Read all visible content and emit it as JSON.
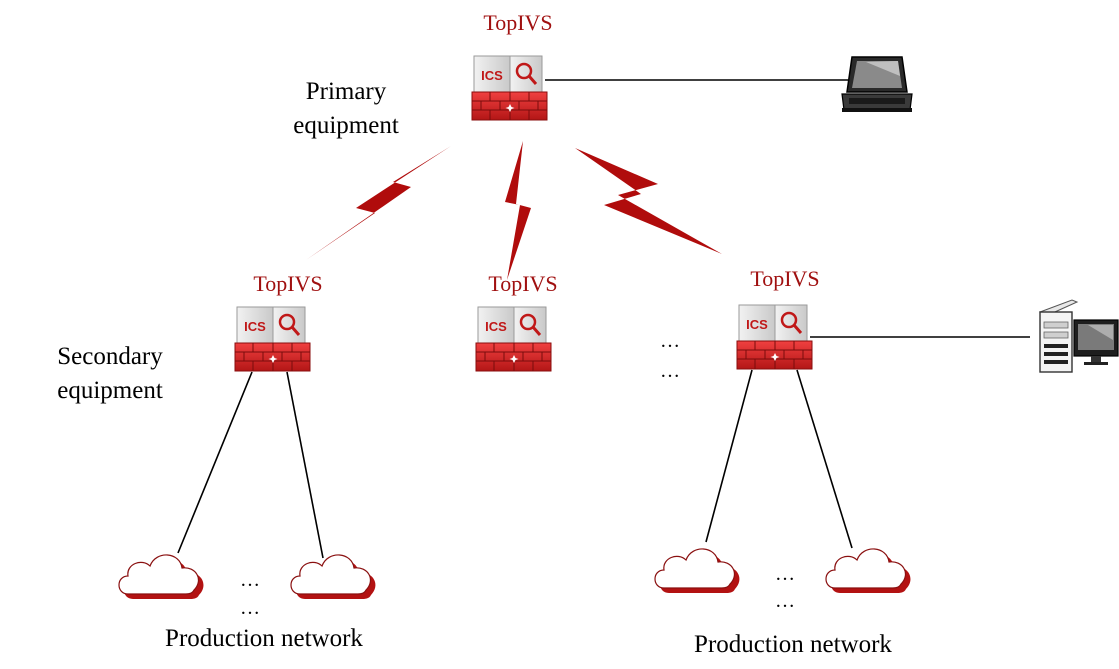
{
  "diagram": {
    "device_name": "TopIVS",
    "device_face_text": "ICS",
    "tiers": {
      "primary": {
        "line1": "Primary",
        "line2": "equipment"
      },
      "secondary": {
        "line1": "Secondary",
        "line2": "equipment"
      }
    },
    "network_label": "Production network",
    "ellipsis": "…",
    "icons": {
      "device": "firewall-icon",
      "laptop": "laptop-icon",
      "server": "server-workstation-icon",
      "cloud": "cloud-icon",
      "link": "wireless-link-icon"
    },
    "colors": {
      "accent": "#a01010",
      "line": "#000000",
      "device_red": "#d42a2a",
      "bolt": "#b00c0c"
    }
  }
}
